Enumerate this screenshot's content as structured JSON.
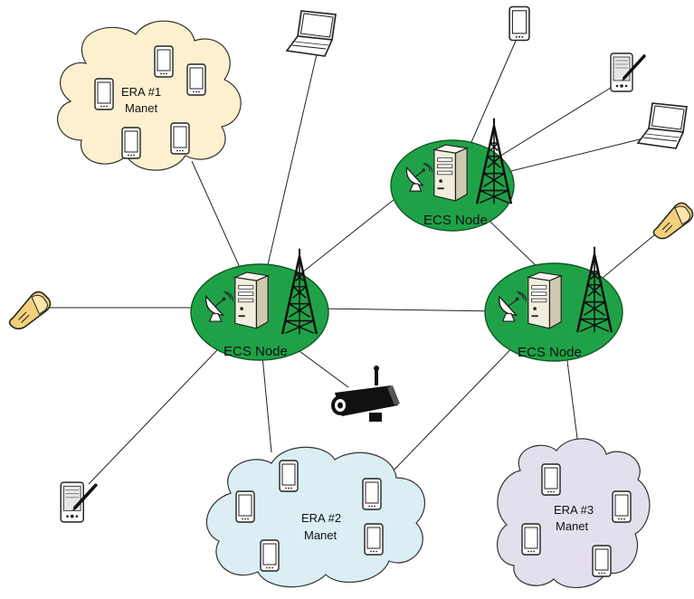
{
  "nodes": {
    "ecs_top": {
      "label": "ECS Node"
    },
    "ecs_left": {
      "label": "ECS Node"
    },
    "ecs_right": {
      "label": "ECS Node"
    }
  },
  "clouds": {
    "era1": {
      "line1": "ERA #1",
      "line2": "Manet",
      "fill": "#fdf0cf"
    },
    "era2": {
      "line1": "ERA #2",
      "line2": "Manet",
      "fill": "#daeef3"
    },
    "era3": {
      "line1": "ERA #3",
      "line2": "Manet",
      "fill": "#e4dfec"
    }
  },
  "colors": {
    "ecs_fill": "#1fa247",
    "ecs_stroke": "#0d5a23",
    "server": "#f1eede",
    "handset": "#f3d07a"
  },
  "icons": [
    "smartphone-icon",
    "laptop-icon",
    "pda-icon",
    "handset-icon",
    "server-icon",
    "tower-icon",
    "satellite-dish-icon",
    "camera-icon"
  ]
}
